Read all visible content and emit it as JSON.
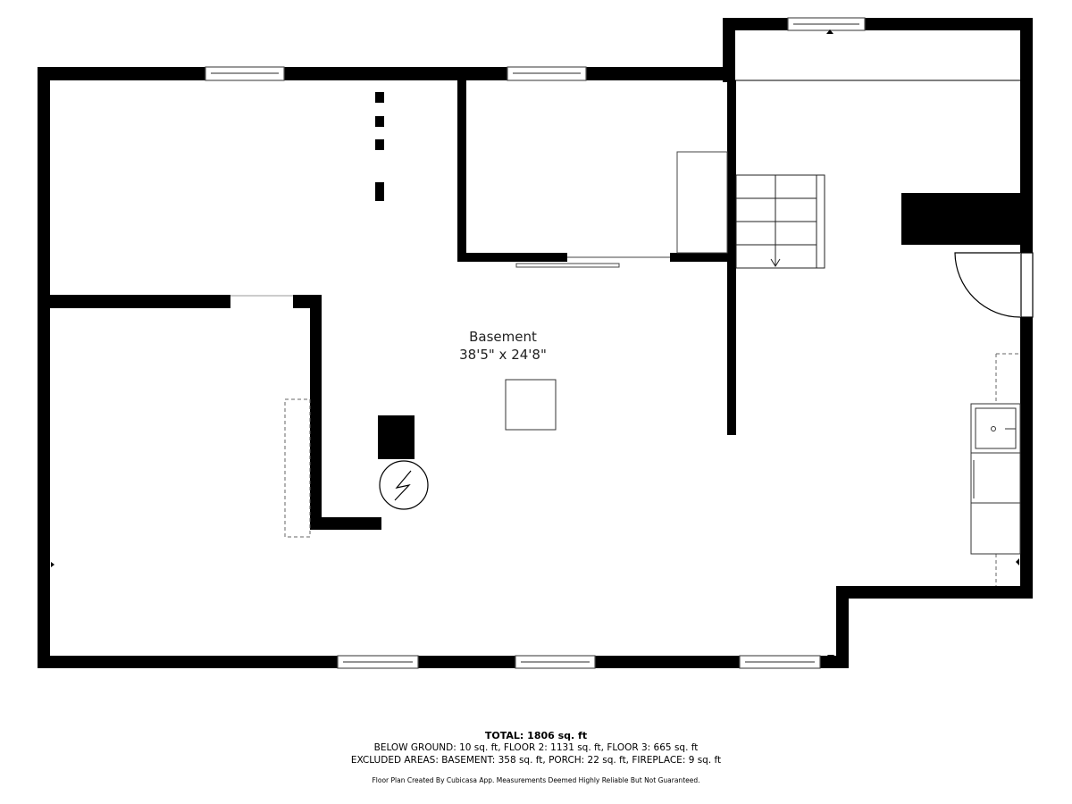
{
  "room": {
    "name": "Basement",
    "dimensions": "38'5\" x 24'8\""
  },
  "summary": {
    "total": "TOTAL: 1806 sq. ft",
    "line1": "BELOW GROUND: 10 sq. ft, FLOOR 2: 1131 sq. ft, FLOOR 3: 665 sq. ft",
    "line2": "EXCLUDED AREAS: BASEMENT: 358 sq. ft, PORCH: 22 sq. ft, FIREPLACE: 9 sq. ft",
    "disclaimer": "Floor Plan Created By Cubicasa App. Measurements Deemed Highly Reliable But Not Guaranteed."
  },
  "colors": {
    "wall": "#000000",
    "background": "#ffffff"
  }
}
